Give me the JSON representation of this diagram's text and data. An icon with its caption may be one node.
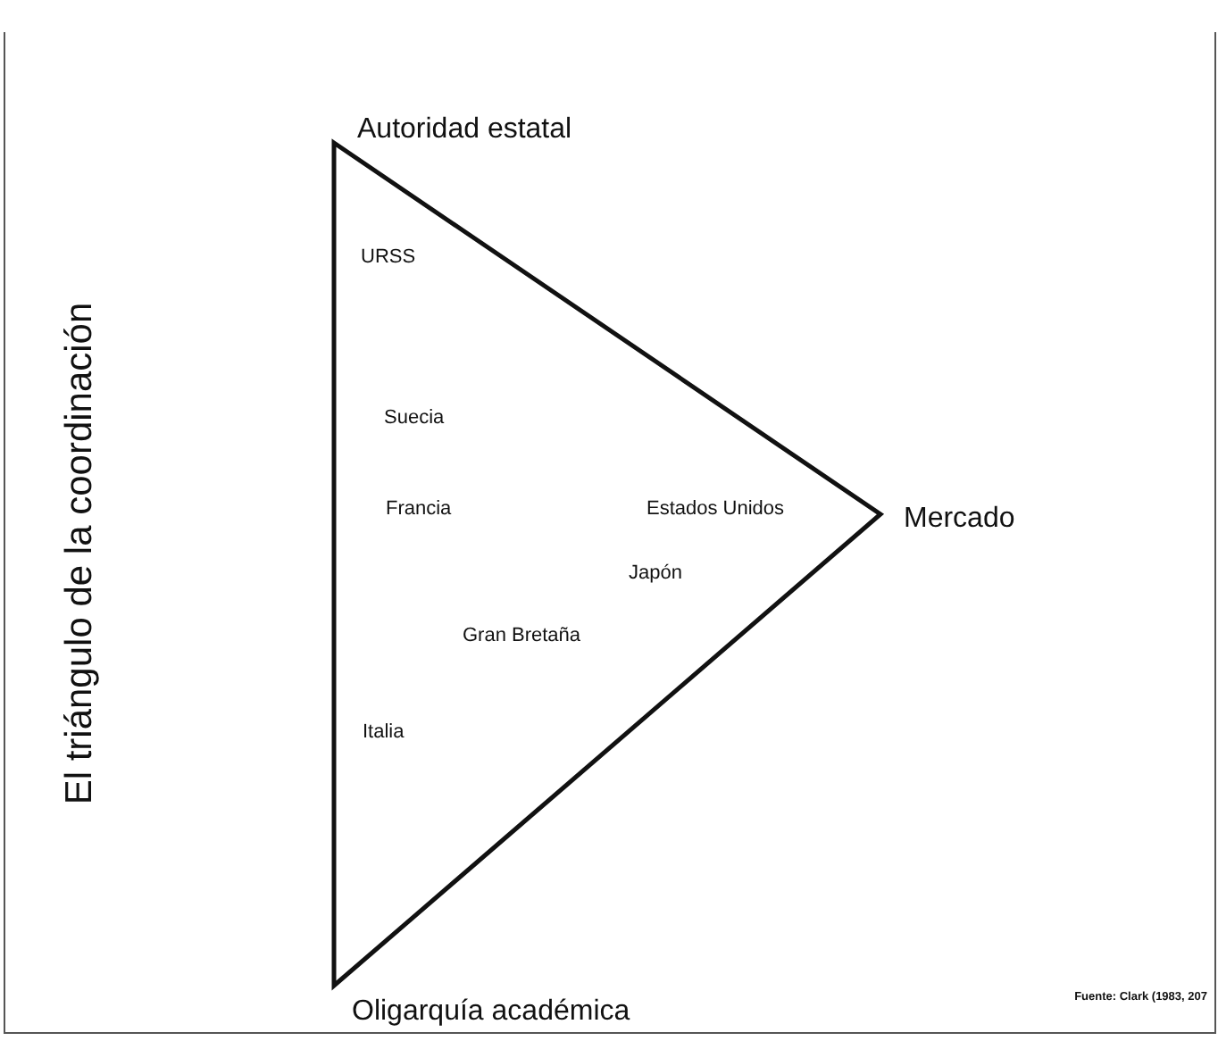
{
  "diagram": {
    "title": "El triángulo de la coordinación",
    "caption": "Fuente: Clark (1983, 207",
    "labels": [
      "Autoridad estatal",
      "URSS",
      "Suecia",
      "Francia",
      "Estados Unidos",
      "Mercado",
      "Japón",
      "Gran Bretaña",
      "Italia",
      "Oligarquía académica"
    ]
  }
}
